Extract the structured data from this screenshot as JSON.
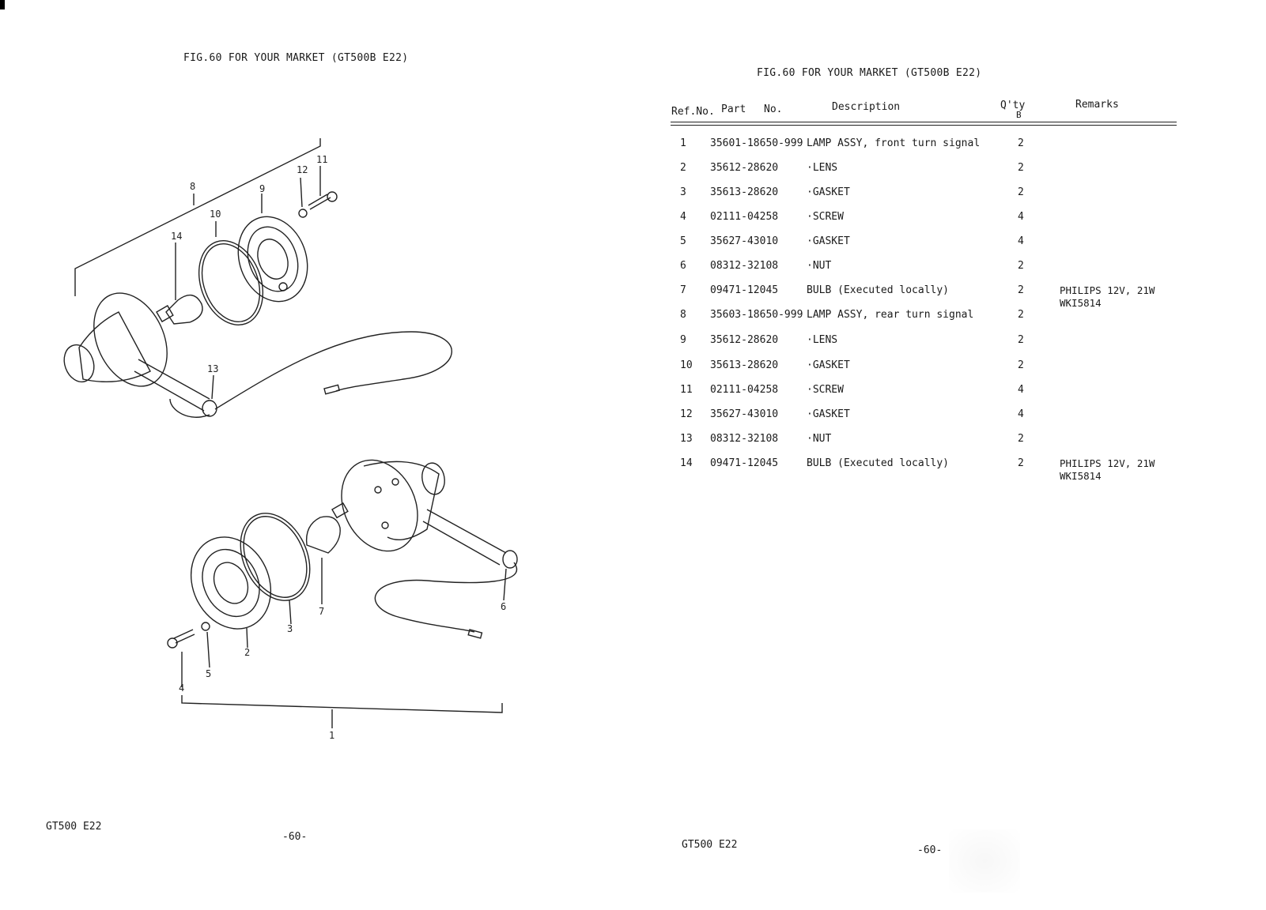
{
  "left_page": {
    "title": "FIG.60  FOR YOUR MARKET (GT500B E22)",
    "footer_model": "GT500 E22",
    "footer_page": "-60-",
    "callouts": [
      "1",
      "2",
      "3",
      "4",
      "5",
      "6",
      "7",
      "8",
      "9",
      "10",
      "11",
      "12",
      "13",
      "14"
    ]
  },
  "right_page": {
    "title": "FIG.60  FOR YOUR MARKET (GT500B E22)",
    "footer_model": "GT500 E22",
    "footer_page": "-60-",
    "table": {
      "headers": {
        "ref": "Ref.No.",
        "part": "Part",
        "no": "No.",
        "description": "Description",
        "qty": "Q'ty",
        "qty_sub": "B",
        "remarks": "Remarks"
      },
      "rows": [
        {
          "ref": "1",
          "part": "35601-18650-999",
          "description": "LAMP ASSY, front turn signal",
          "qty": "2",
          "remarks": ""
        },
        {
          "ref": "2",
          "part": "35612-28620",
          "description": "·LENS",
          "qty": "2",
          "remarks": ""
        },
        {
          "ref": "3",
          "part": "35613-28620",
          "description": "·GASKET",
          "qty": "2",
          "remarks": ""
        },
        {
          "ref": "4",
          "part": "02111-04258",
          "description": "·SCREW",
          "qty": "4",
          "remarks": ""
        },
        {
          "ref": "5",
          "part": "35627-43010",
          "description": "·GASKET",
          "qty": "4",
          "remarks": ""
        },
        {
          "ref": "6",
          "part": "08312-32108",
          "description": "·NUT",
          "qty": "2",
          "remarks": ""
        },
        {
          "ref": "7",
          "part": "09471-12045",
          "description": "BULB (Executed locally)",
          "qty": "2",
          "remarks": "PHILIPS 12V, 21W\nWKI5814"
        },
        {
          "ref": "8",
          "part": "35603-18650-999",
          "description": "LAMP ASSY, rear turn signal",
          "qty": "2",
          "remarks": ""
        },
        {
          "ref": "9",
          "part": "35612-28620",
          "description": "·LENS",
          "qty": "2",
          "remarks": ""
        },
        {
          "ref": "10",
          "part": "35613-28620",
          "description": "·GASKET",
          "qty": "2",
          "remarks": ""
        },
        {
          "ref": "11",
          "part": "02111-04258",
          "description": "·SCREW",
          "qty": "4",
          "remarks": ""
        },
        {
          "ref": "12",
          "part": "35627-43010",
          "description": "·GASKET",
          "qty": "4",
          "remarks": ""
        },
        {
          "ref": "13",
          "part": "08312-32108",
          "description": "·NUT",
          "qty": "2",
          "remarks": ""
        },
        {
          "ref": "14",
          "part": "09471-12045",
          "description": "BULB (Executed locally)",
          "qty": "2",
          "remarks": "PHILIPS 12V, 21W\nWKI5814"
        }
      ]
    }
  }
}
